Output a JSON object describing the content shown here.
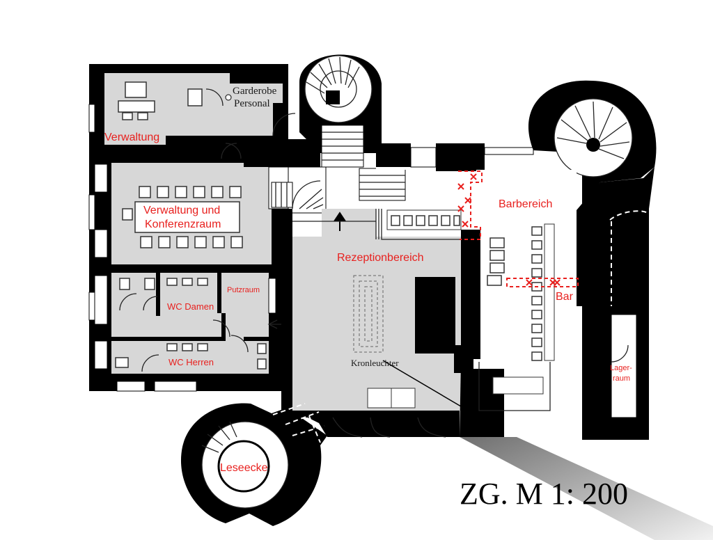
{
  "rooms": {
    "verwaltung": "Verwaltung",
    "garderobe_line1": "Garderobe",
    "garderobe_line2": "Personal",
    "konferenz_line1": "Verwaltung und",
    "konferenz_line2": "Konferenzraum",
    "putzraum": "Putzraum",
    "wc_damen": "WC Damen",
    "wc_herren": "WC Herren",
    "rezeption": "Rezeptionbereich",
    "kronleuchter": "Kronleuchter",
    "barbereich": "Barbereich",
    "bar": "Bar",
    "lager_line1": "Lager-",
    "lager_line2": "raum",
    "leseecke": "Leseecke"
  },
  "scale_label": "ZG. M 1: 200",
  "colors": {
    "label_red": "#e8201e",
    "wall": "#000000",
    "floor": "#d7d7d7"
  }
}
